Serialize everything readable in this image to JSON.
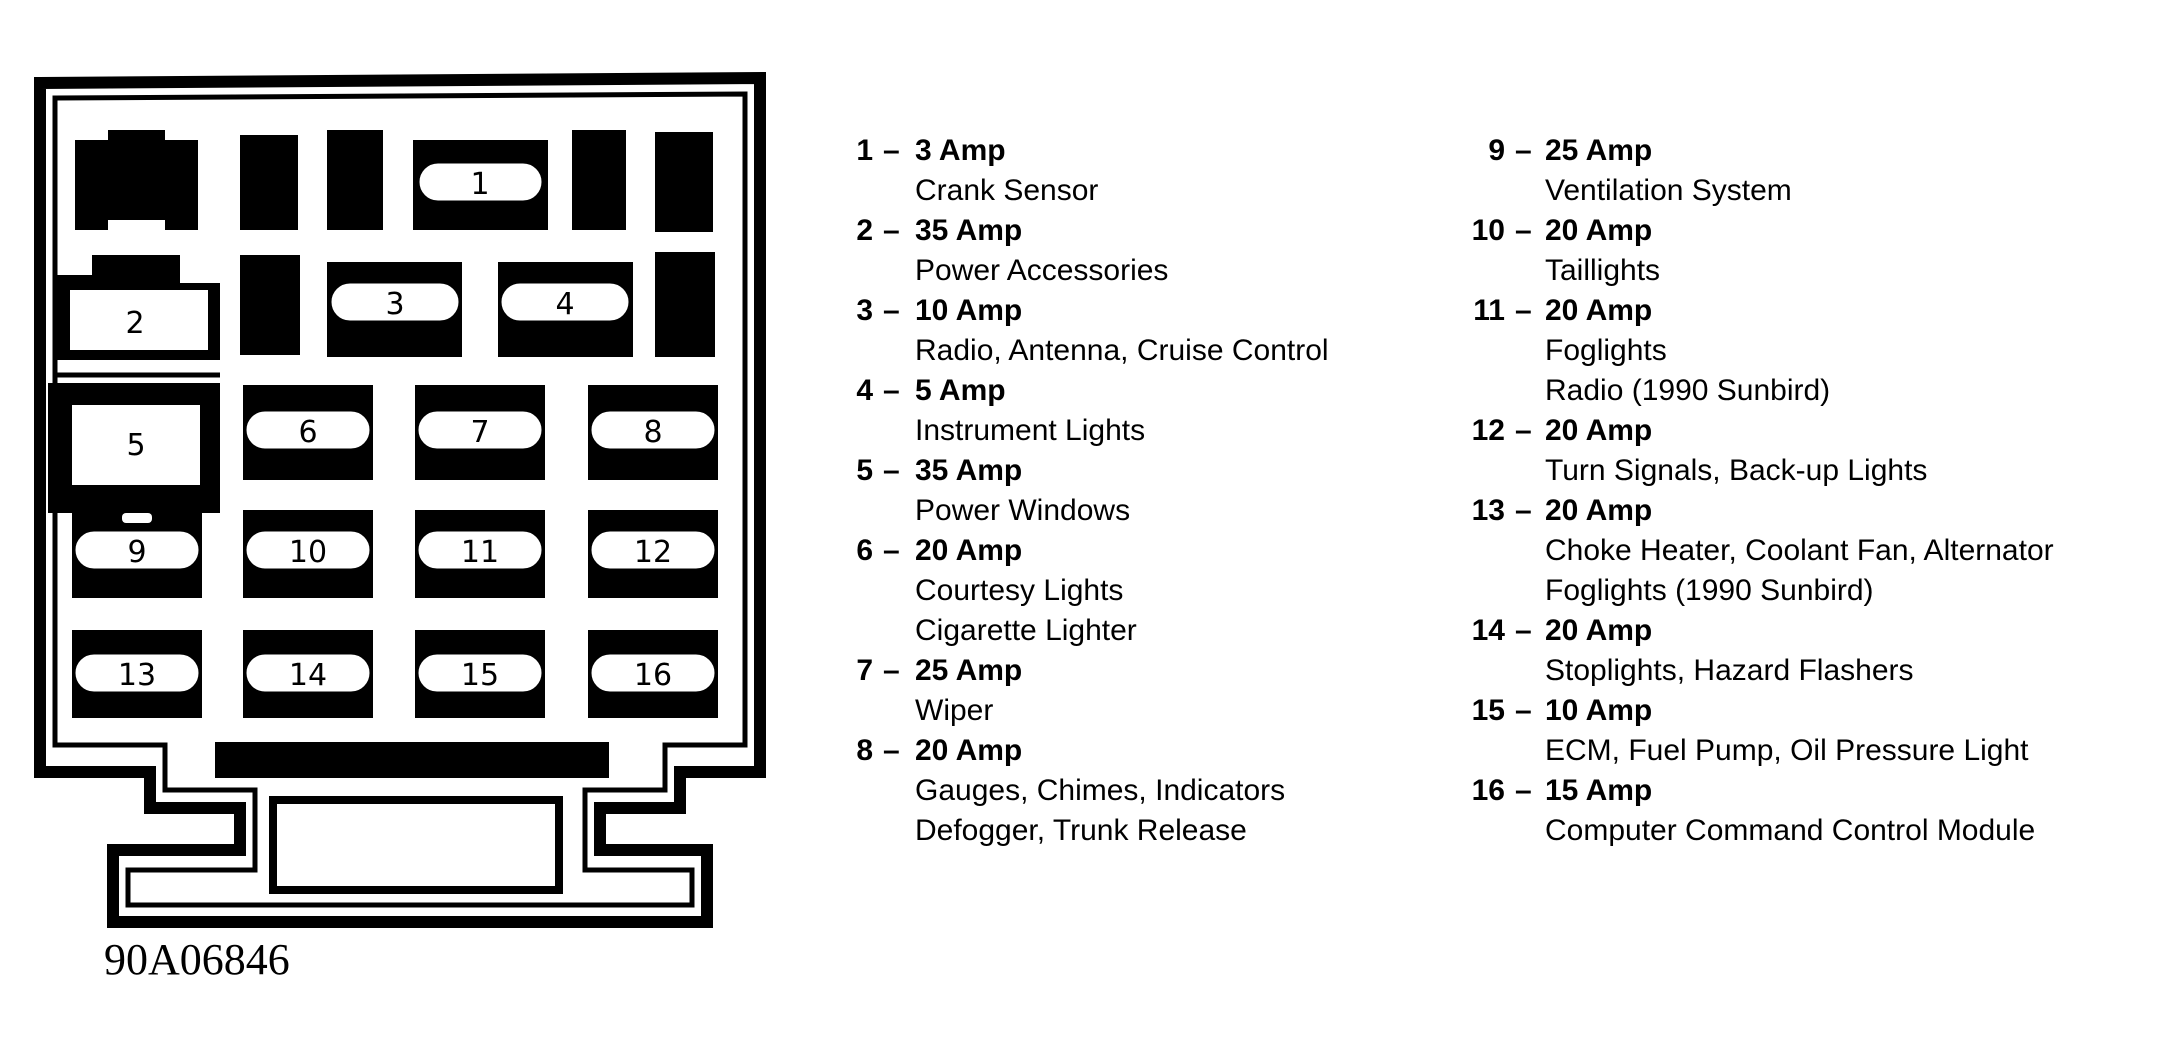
{
  "diagram_id": "90A06846",
  "fuses": [
    {
      "number": "1",
      "rating": "3 Amp",
      "circuits": [
        "Crank Sensor"
      ]
    },
    {
      "number": "2",
      "rating": "35 Amp",
      "circuits": [
        "Power Accessories"
      ]
    },
    {
      "number": "3",
      "rating": "10 Amp",
      "circuits": [
        "Radio, Antenna, Cruise Control"
      ]
    },
    {
      "number": "4",
      "rating": "5 Amp",
      "circuits": [
        "Instrument Lights"
      ]
    },
    {
      "number": "5",
      "rating": "35 Amp",
      "circuits": [
        "Power Windows"
      ]
    },
    {
      "number": "6",
      "rating": "20 Amp",
      "circuits": [
        "Courtesy Lights",
        "Cigarette Lighter"
      ]
    },
    {
      "number": "7",
      "rating": "25 Amp",
      "circuits": [
        "Wiper"
      ]
    },
    {
      "number": "8",
      "rating": "20 Amp",
      "circuits": [
        "Gauges, Chimes, Indicators",
        "Defogger, Trunk Release"
      ]
    },
    {
      "number": "9",
      "rating": "25 Amp",
      "circuits": [
        "Ventilation System"
      ]
    },
    {
      "number": "10",
      "rating": "20 Amp",
      "circuits": [
        "Taillights"
      ]
    },
    {
      "number": "11",
      "rating": "20 Amp",
      "circuits": [
        "Foglights",
        "Radio (1990 Sunbird)"
      ]
    },
    {
      "number": "12",
      "rating": "20 Amp",
      "circuits": [
        "Turn Signals, Back-up Lights"
      ]
    },
    {
      "number": "13",
      "rating": "20 Amp",
      "circuits": [
        "Choke Heater, Coolant Fan, Alternator",
        "Foglights (1990 Sunbird)"
      ]
    },
    {
      "number": "14",
      "rating": "20 Amp",
      "circuits": [
        "Stoplights, Hazard Flashers"
      ]
    },
    {
      "number": "15",
      "rating": "10 Amp",
      "circuits": [
        "ECM, Fuel Pump, Oil Pressure Light"
      ]
    },
    {
      "number": "16",
      "rating": "15 Amp",
      "circuits": [
        "Computer Command Control Module"
      ]
    }
  ],
  "dash": "–"
}
